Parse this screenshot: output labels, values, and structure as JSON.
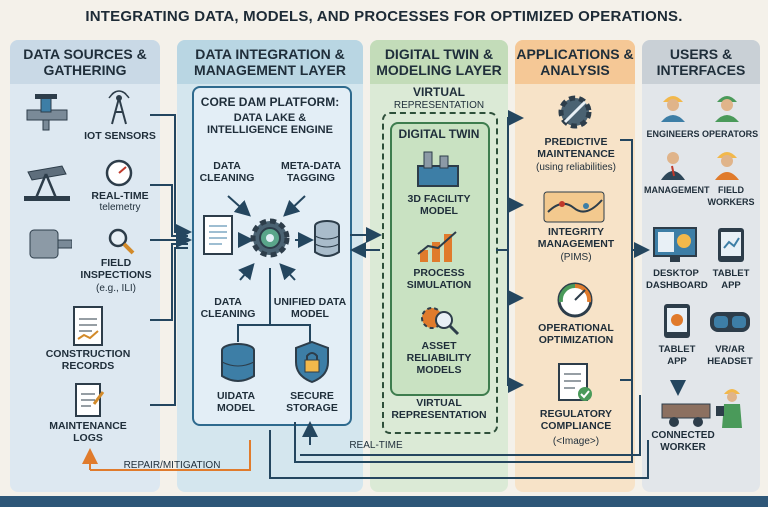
{
  "title": "INTEGRATING DATA, MODELS, AND PROCESSES FOR OPTIMIZED OPERATIONS.",
  "columns": {
    "sources": {
      "header": "DATA SOURCES & GATHERING",
      "items": [
        "IOT SENSORS",
        "REAL-TIME",
        "telemetry",
        "FIELD INSPECTIONS",
        "(e.g., ILI)",
        "CONSTRUCTION RECORDS",
        "MAINTENANCE LOGS"
      ]
    },
    "integration": {
      "header": "DATA INTEGRATION & MANAGEMENT LAYER",
      "core_title": "CORE DAM PLATFORM:",
      "core_subtitle": "DATA LAKE & INTELLIGENCE ENGINE",
      "data_cleaning_top": "DATA CLEANING",
      "metadata_tagging": "META-DATA TAGGING",
      "data_cleaning_bottom": "DATA CLEANING",
      "unified_data_model": "UNIFIED DATA MODEL",
      "uidata_model": "UIDATA MODEL",
      "secure_storage": "SECURE STORAGE"
    },
    "twin": {
      "header": "DIGITAL TWIN & MODELING LAYER",
      "virtual_top": "VIRTUAL",
      "representation_top": "REPRESENTATION",
      "panel_title": "DIGITAL TWIN",
      "facility": "3D FACILITY MODEL",
      "simulation": "PROCESS SIMULATION",
      "reliability": "ASSET RELIABILITY MODELS",
      "virtual_bottom": "VIRTUAL REPRESENTATION"
    },
    "apps": {
      "header": "APPLICATIONS & ANALYSIS",
      "predictive": "PREDICTIVE MAINTENANCE",
      "predictive_sub": "(using reliabilities)",
      "integrity": "INTEGRITY MANAGEMENT",
      "integrity_sub": "(PIMS)",
      "optimization": "OPERATIONAL OPTIMIZATION",
      "regulatory": "REGULATORY COMPLIANCE",
      "regulatory_sub": "(<Image>)"
    },
    "users": {
      "header": "USERS & INTERFACES",
      "engineers": "ENGINEERS",
      "operators": "OPERATORS",
      "management": "MANAGEMENT",
      "field_workers": "FIELD WORKERS",
      "desktop": "DESKTOP DASHBOARD",
      "tablet1": "TABLET APP",
      "tablet2": "TABLET APP",
      "vr": "VR/AR HEADSET",
      "connected": "CONNECTED WORKER"
    }
  },
  "flows": {
    "real_time": "REAL-TIME",
    "repair": "REPAIR/MITIGATION"
  },
  "colors": {
    "sources_bg": "#dde8f1",
    "integration_bg": "#d4e6ee",
    "twin_bg": "#dbead6",
    "apps_bg": "#f7e3c8",
    "users_bg": "#e2e6ea",
    "arrow": "#24465f",
    "repair_arrow": "#e07b2c"
  }
}
